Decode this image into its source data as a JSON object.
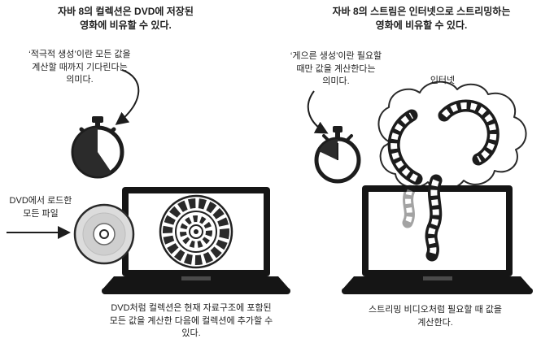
{
  "left": {
    "title": "자바 8의 컬렉션은 DVD에 저장된\n영화에 비유할 수 있다.",
    "annotation": "‘적극적 생성’이란 모든 값을\n계산할 때까지 기다린다는\n의미다.",
    "dvd_label": "DVD에서 로드한\n모든 파일",
    "caption": "DVD처럼 컬렉션은 현재 자료구조에 포함된\n모든 값을 계산한 다음에 컬렉션에 추가할 수\n있다."
  },
  "right": {
    "title": "자바 8의 스트림은 인터넷으로 스트리밍하는\n영화에 비유할 수 있다.",
    "annotation": "‘게으른 생성’이란 필요할\n때만 값을 계산한다는\n의미다.",
    "internet_label": "인터넷",
    "caption": "스트리밍 비디오처럼 필요할 때 값을\n계산한다."
  },
  "colors": {
    "ink": "#1d1d1d",
    "paper": "#ffffff"
  }
}
